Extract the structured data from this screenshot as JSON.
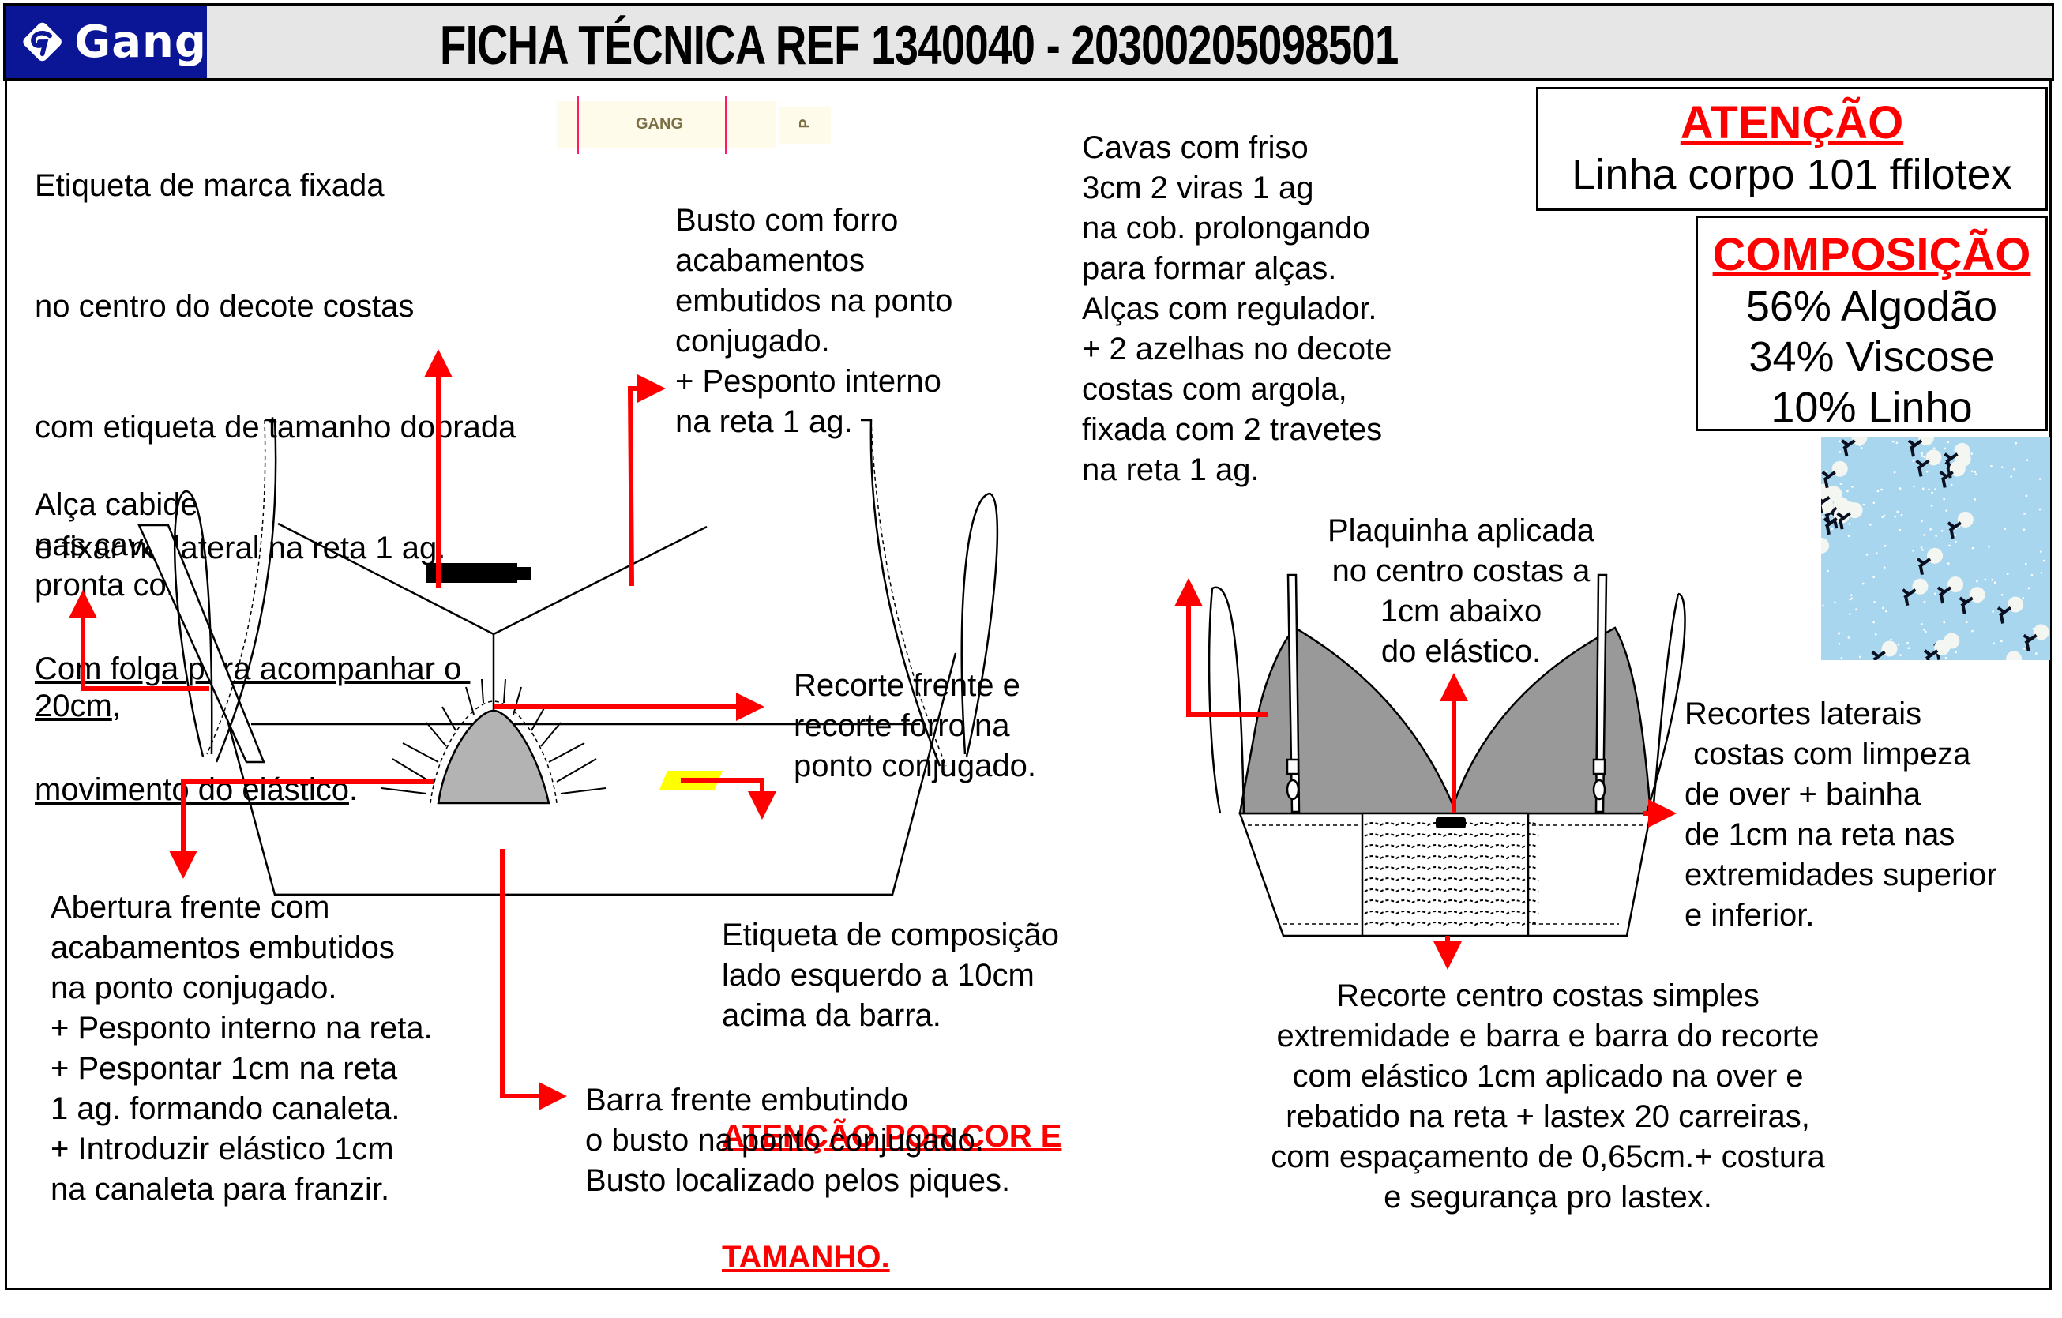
{
  "header": {
    "brand": "Gang",
    "title": "FICHA TÉCNICA REF 1340040 - 20300205098501",
    "colors": {
      "brand_bg": "#0a1696",
      "header_bg": "#e6e6e6",
      "accent_red": "#ff0000"
    }
  },
  "labels": {
    "brand_label_text": "GANG",
    "size_label_text": "P"
  },
  "attention_box": {
    "title": "ATENÇÃO",
    "text": "Linha corpo 101 ffilotex"
  },
  "composition_box": {
    "title": "COMPOSIÇÃO",
    "items": [
      "56% Algodão",
      "34% Viscose",
      "10% Linho"
    ]
  },
  "fabric_swatch": {
    "icon": "floral-print-swatch",
    "base_color": "#a9d6ef"
  },
  "notes": {
    "brand_label": {
      "lines": [
        "Etiqueta de marca fixada",
        "no centro do decote costas",
        "com etiqueta de tamanho dobrada",
        "e fixar na lateral na reta 1 ag."
      ],
      "underlined_lines": [
        "Com folga para acompanhar o ",
        "movimento do elástico"
      ],
      "trailing": "."
    },
    "bust_lining": "Busto com forro\nacabamentos\nembutidos na ponto\nconjugado.\n+ Pesponto interno\nna reta 1 ag.",
    "armholes": "Cavas com friso\n3cm 2 viras 1 ag\nna cob. prolongando\npara formar alças.\nAlças com regulador.\n+ 2 azelhas no decote\ncostas com argola,\nfixada com 2 travetes\nna reta 1 ag.",
    "hanger_strap": {
      "text": "Alça cabide\nnas cavas\npronta com",
      "underlined": "20cm",
      "trailing": ","
    },
    "front_cut": "Recorte frente e\nrecorte forro na\nponto conjugado.",
    "composition_label": {
      "text": "Etiqueta de composição\nlado esquerdo a 10cm\nacima da barra.",
      "warning_line1": "ATENÇÃO POR COR E",
      "warning_line2": "TAMANHO",
      "warning_trailing": "."
    },
    "front_opening": "Abertura frente com\nacabamentos embutidos\nna ponto conjugado.\n+ Pesponto interno na reta.\n+ Pespontar 1cm na reta\n1 ag. formando canaleta.\n+ Introduzir elástico 1cm\nna canaleta para franzir.",
    "front_hem": "Barra frente embutindo\no busto na ponto conjugado.\nBusto localizado pelos piques.",
    "back_plate": "Plaquinha aplicada\nno centro costas a\n1cm abaixo\ndo elástico.",
    "side_cuts": "Recortes laterais\n costas com limpeza\nde over + bainha\nde 1cm na reta nas\nextremidades superior\ne inferior.",
    "back_center": "Recorte centro costas simples\nextremidade e barra e barra do recorte\ncom elástico 1cm aplicado na over e\nrebatido na reta + lastex 20 carreiras,\ncom espaçamento de 0,65cm.+ costura\ne segurança pro lastex."
  }
}
